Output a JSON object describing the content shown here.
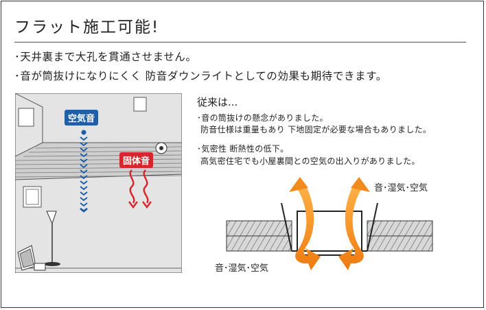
{
  "header": {
    "title": "フラット施工可能!"
  },
  "bullets": [
    "･天井裏まで大孔を貫通させません。",
    "･音が筒抜けになりにくく 防音ダウンライトとしての効果も期待できます。"
  ],
  "illustration": {
    "air_sound_label": "空気音",
    "solid_sound_label": "固体音",
    "colors": {
      "air": "#1f5fa8",
      "solid": "#d9262c"
    }
  },
  "conventional": {
    "heading": "従来は...",
    "items": [
      {
        "line1": "･音の筒抜けの懸念がありました。",
        "line2": "防音仕様は重量もあり 下地固定が必要な場合もありました。"
      },
      {
        "line1": "･気密性 断熱性の低下。",
        "line2": "高気密住宅でも小屋裏間との空気の出入りがありました。"
      }
    ]
  },
  "diagram": {
    "top_label": "音･湿気･空気",
    "bottom_label": "音･湿気･空気",
    "arrow_color": "#f08a1c"
  }
}
